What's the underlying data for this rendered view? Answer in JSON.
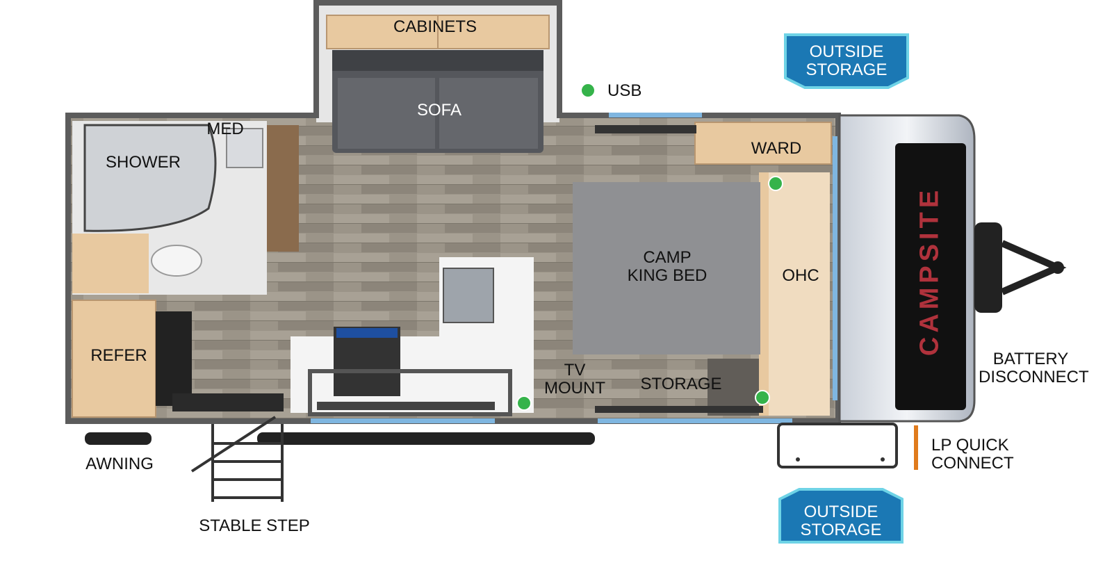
{
  "labels": {
    "cabinets": "CABINETS",
    "sofa": "SOFA",
    "usb": "USB",
    "med": "MED",
    "shower": "SHOWER",
    "ward": "WARD",
    "camp_king_bed": "CAMP\nKING BED",
    "ohc": "OHC",
    "refer": "REFER",
    "tv_mount": "TV\nMOUNT",
    "storage": "STORAGE",
    "battery_disconnect": "BATTERY\nDISCONNECT",
    "lp_quick_connect": "LP QUICK\nCONNECT",
    "awning": "AWNING",
    "stable_step": "STABLE STEP"
  },
  "badges": {
    "top": "OUTSIDE\nSTORAGE",
    "bottom": "OUTSIDE\nSTORAGE"
  },
  "brand": "CAMPSITE",
  "colors": {
    "wall": "#5c5c5c",
    "floor": "#9a9286",
    "wood": "#e8c9a0",
    "sofa": "#55575c",
    "bed": "#8f9093",
    "usb_dot": "#35b34a",
    "badge_blue": "#1b78b4",
    "badge_border": "#6ed3e6",
    "window_blue": "#7fb6e0",
    "brand_red": "#b0323c"
  }
}
